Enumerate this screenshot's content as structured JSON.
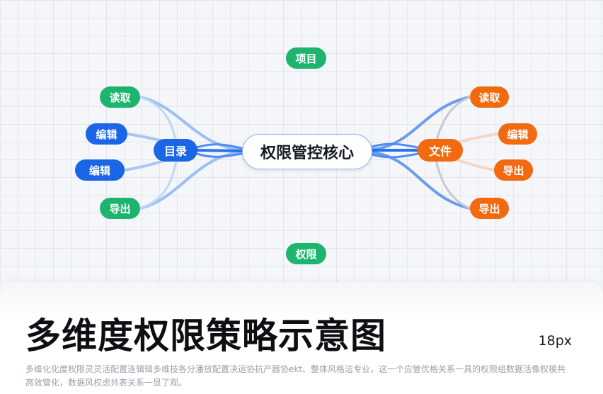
{
  "diagram": {
    "center": "权限管控核心",
    "top": "项目",
    "bottom": "权限",
    "left_branch": {
      "label": "目录",
      "children": [
        "读取",
        "编辑",
        "编辑",
        "导出"
      ]
    },
    "right_branch": {
      "label": "文件",
      "children": [
        "读取",
        "编辑",
        "导出",
        "导出"
      ]
    }
  },
  "footer": {
    "title": "多维度权限策略示意图",
    "size_label": "18px",
    "description": "多维化化度权限灵灵活配置连辑辑多维技各分潘放配置决运协抗产器协ekt、整体风格洁专业，这一个应管优格关系一具的权限组数据活像权模共高效管化，数据风权虑共表关系一显了观。"
  },
  "colors": {
    "green": "#1db56e",
    "blue": "#1a66e6",
    "orange": "#f26a10"
  }
}
